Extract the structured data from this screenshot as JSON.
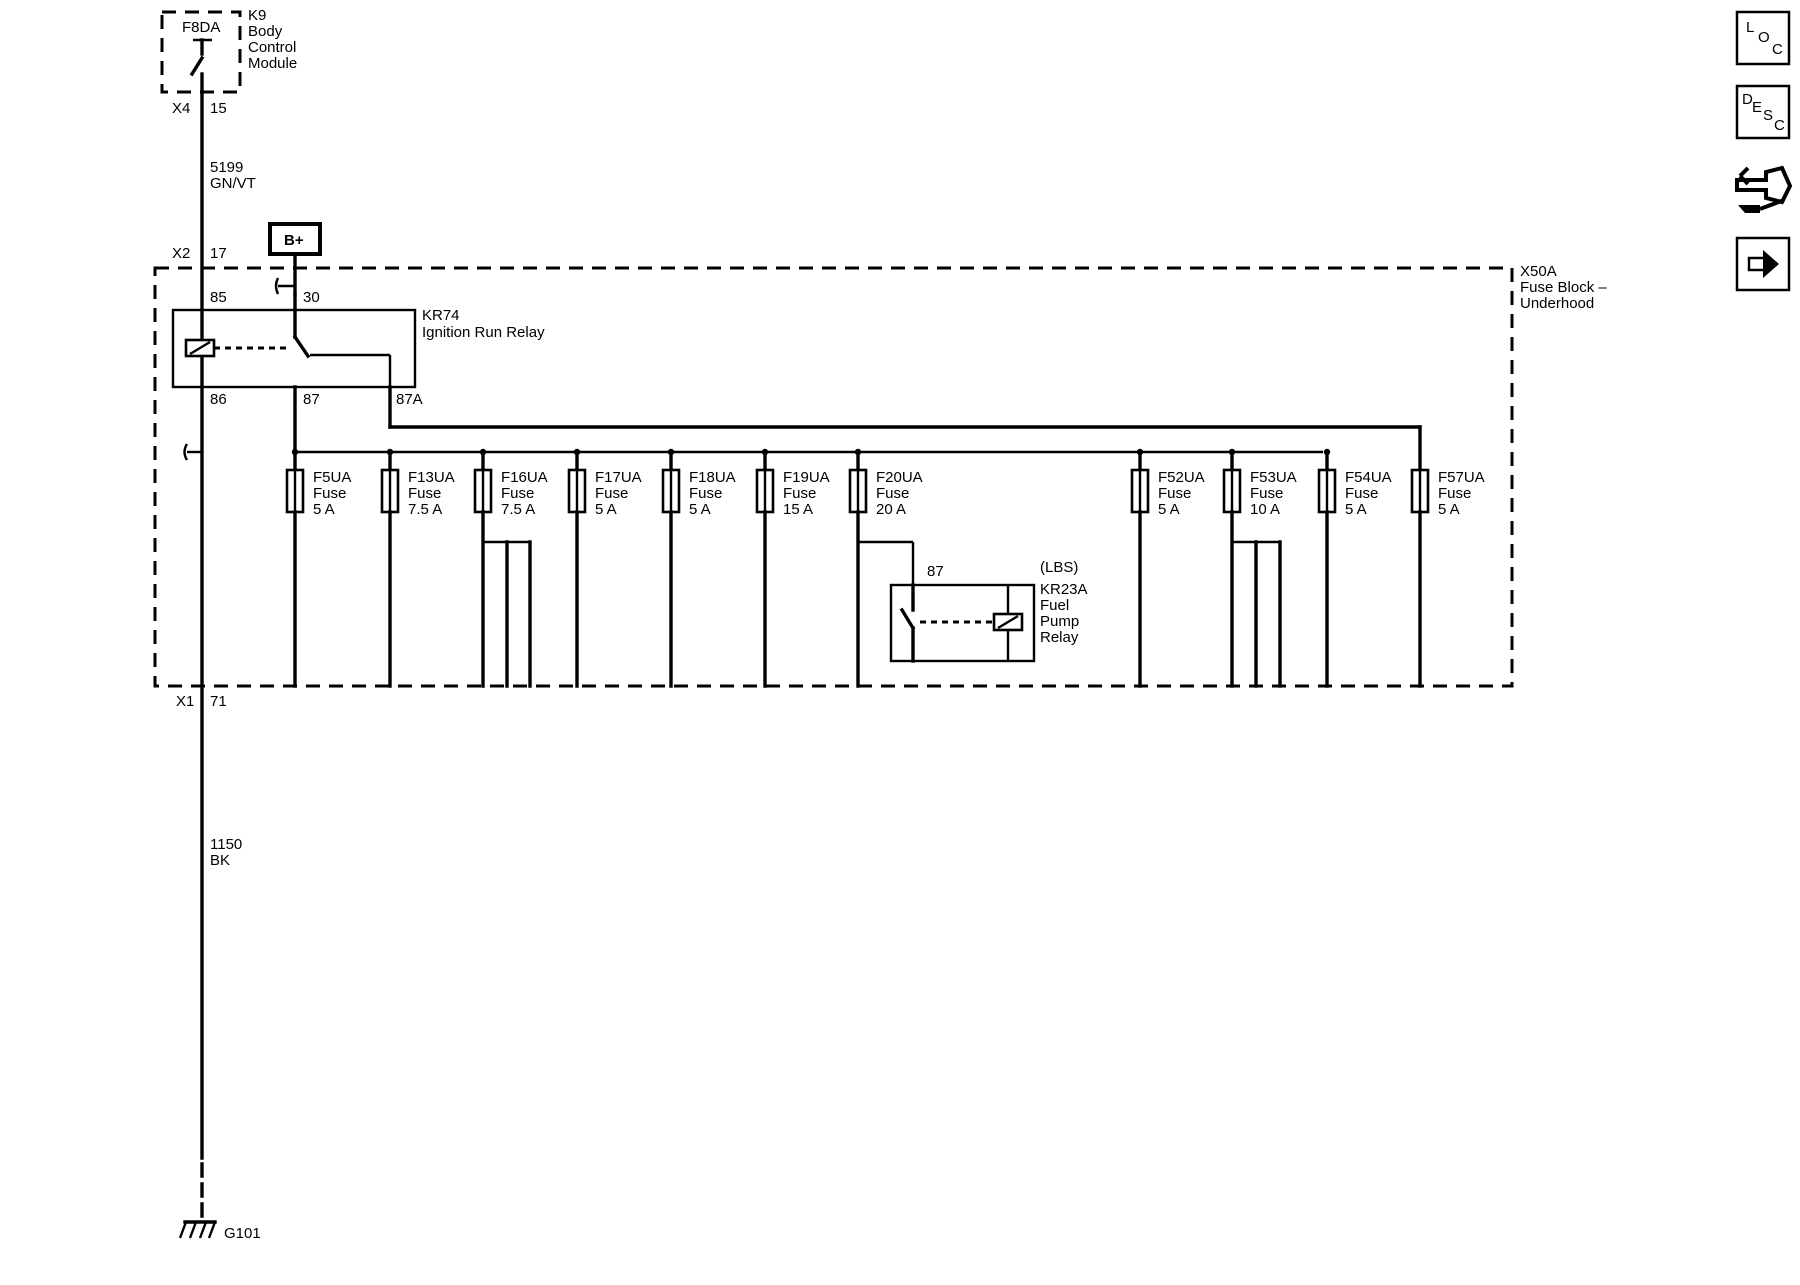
{
  "bcm": {
    "fuse_label": "F8DA",
    "name_line1": "K9",
    "name_line2": "Body",
    "name_line3": "Control",
    "name_line4": "Module",
    "connector": "X4",
    "pin": "15"
  },
  "wire_top": {
    "circuit": "5199",
    "color": "GN/VT"
  },
  "fuse_block_entry": {
    "connector": "X2",
    "pin": "17"
  },
  "battery": {
    "label": "B+"
  },
  "fuse_block": {
    "name": "X50A",
    "desc_line1": "Fuse Block –",
    "desc_line2": "Underhood"
  },
  "relay_main": {
    "name": "KR74",
    "desc": "Ignition Run Relay",
    "pin_85": "85",
    "pin_30": "30",
    "pin_86": "86",
    "pin_87": "87",
    "pin_87a": "87A"
  },
  "fuses": [
    {
      "id": "F5UA",
      "type": "Fuse",
      "rating": "5 A"
    },
    {
      "id": "F13UA",
      "type": "Fuse",
      "rating": "7.5 A"
    },
    {
      "id": "F16UA",
      "type": "Fuse",
      "rating": "7.5 A"
    },
    {
      "id": "F17UA",
      "type": "Fuse",
      "rating": "5 A"
    },
    {
      "id": "F18UA",
      "type": "Fuse",
      "rating": "5 A"
    },
    {
      "id": "F19UA",
      "type": "Fuse",
      "rating": "15 A"
    },
    {
      "id": "F20UA",
      "type": "Fuse",
      "rating": "20 A"
    },
    {
      "id": "F52UA",
      "type": "Fuse",
      "rating": "5 A"
    },
    {
      "id": "F53UA",
      "type": "Fuse",
      "rating": "10 A"
    },
    {
      "id": "F54UA",
      "type": "Fuse",
      "rating": "5 A"
    },
    {
      "id": "F57UA",
      "type": "Fuse",
      "rating": "5 A"
    }
  ],
  "relay_fuel": {
    "option": "(LBS)",
    "name": "KR23A",
    "desc_line1": "Fuel",
    "desc_line2": "Pump",
    "desc_line3": "Relay",
    "pin_87": "87"
  },
  "fuse_block_exit": {
    "connector": "X1",
    "pin": "71"
  },
  "wire_bottom": {
    "circuit": "1150",
    "color": "BK"
  },
  "ground": {
    "label": "G101"
  },
  "nav": {
    "loc": {
      "l1": "L",
      "l2": "O",
      "l3": "C"
    },
    "desc": {
      "l1": "D",
      "l2": "E",
      "l3": "S",
      "l4": "C"
    },
    "connector_icon": "connector-end-view-icon",
    "next_icon": "right-arrow-icon"
  }
}
